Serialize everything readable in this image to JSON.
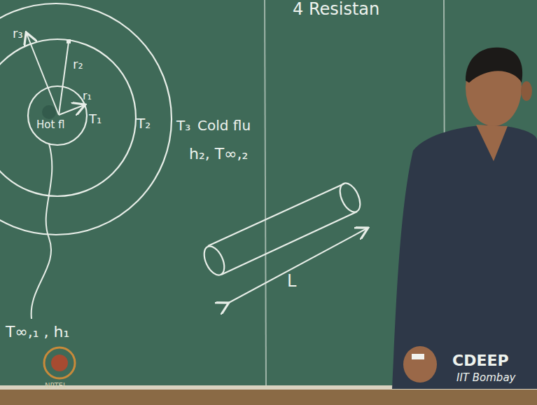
{
  "diagram": {
    "labels": [
      "4 Resistan",
      "r₃",
      "r₂",
      "Hot fl",
      "r₁",
      "T₁",
      "T₂",
      "T₃",
      "Cold flu",
      "h₂, T∞,₂",
      "L",
      "T∞,₁ , h₁",
      "CDEEP",
      "IIT Bombay",
      "NPTEL"
    ]
  }
}
